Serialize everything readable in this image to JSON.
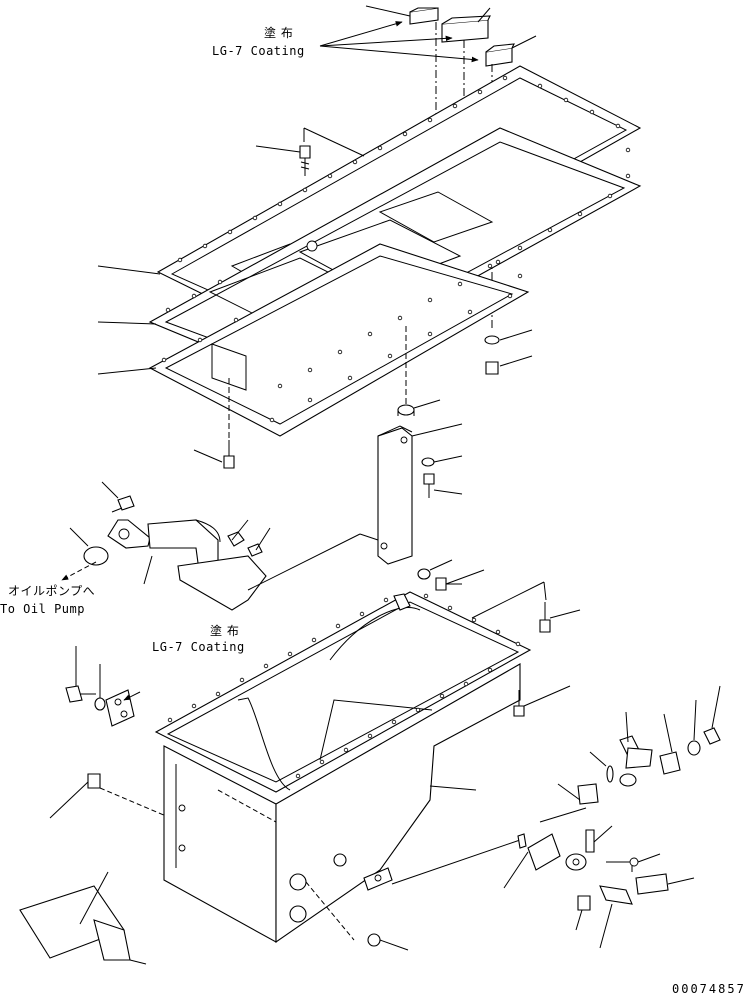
{
  "annotations": {
    "top_coating_jp": "塗 布",
    "top_coating_en": "LG-7 Coating",
    "mid_coating_jp": "塗 布",
    "mid_coating_en": "LG-7 Coating",
    "oil_pump_jp": "オイルポンプへ",
    "oil_pump_en": "To Oil Pump",
    "drawing_number": "00074857"
  }
}
